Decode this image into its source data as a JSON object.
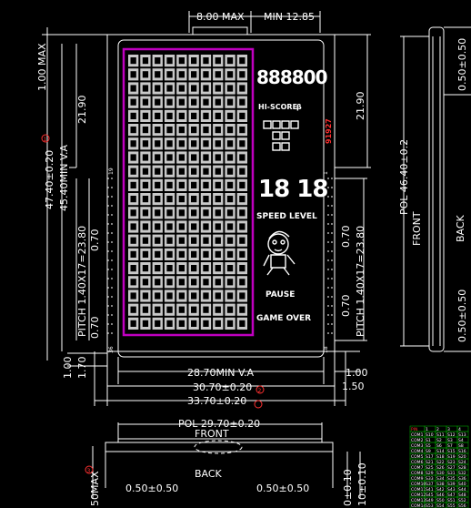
{
  "drawing": {
    "dims": {
      "top_max": "8.00  MAX",
      "top_min": "MIN  12.85",
      "left_top": "1.00  MAX",
      "inner_21_left": "21.90",
      "inner_21_right": "21.90",
      "height_total": "47.40±0.20",
      "height_va": "45.40MIN  V.A",
      "pitch_left": "PITCH  1.40X17=23.80",
      "pitch_right": "PITCH  1.40X17=23.80",
      "left_070_a": "0.70",
      "left_070_b": "0.70",
      "right_070_a": "0.70",
      "right_070_b": "0.70",
      "left_bottom_100": "1.00",
      "left_bottom_170": "1.70",
      "right_bottom_100": "1.00",
      "right_bottom_150": "1.50",
      "width_va": "28.70MIN  V.A",
      "width_3070": "30.70±0.20",
      "width_3370": "33.70±0.20",
      "side_top": "0.50±0.50",
      "side_bottom": "0.50±0.50",
      "pol_height": "POL  46.40±0.2",
      "side_front": "FRONT",
      "side_back": "BACK",
      "bottom_pol": "POL  29.70±0.20",
      "bottom_front": "FRONT",
      "bottom_back": "BACK",
      "bottom_left": "0.50±0.50",
      "bottom_right": "0.50±0.50",
      "bottom_max": "50MAX",
      "bottom_r1": "0±0.10",
      "bottom_r2": "10±0.10"
    },
    "pins": {
      "pin19": "19",
      "pin36": "36",
      "pin1": "1",
      "pin18": "18"
    },
    "lcd": {
      "score_digits": "888800",
      "hiscore": "HI-SCORE",
      "hiscore_mark": "β",
      "level_digits": "18 18",
      "speed_level": "SPEED LEVEL",
      "pause": "PAUSE",
      "game_over": "GAME OVER",
      "red_vertical": "91927"
    },
    "table": {
      "header": [
        "PIN",
        "1",
        "2",
        "3",
        "4"
      ],
      "rows": [
        [
          "COM1",
          "S10",
          "S11",
          "S12",
          "S13"
        ],
        [
          "COM2",
          "S1",
          "S2",
          "S3",
          "S4"
        ],
        [
          "COM3",
          "S5",
          "S6",
          "S7",
          "S8"
        ],
        [
          "COM4",
          "S9",
          "S14",
          "S15",
          "S16"
        ],
        [
          "COM5",
          "S17",
          "S18",
          "S19",
          "S20"
        ],
        [
          "COM6",
          "S21",
          "S22",
          "S23",
          "S24"
        ],
        [
          "COM7",
          "S25",
          "S26",
          "S27",
          "S28"
        ],
        [
          "COM8",
          "S29",
          "S30",
          "S31",
          "S32"
        ],
        [
          "COM9",
          "S33",
          "S34",
          "S35",
          "S36"
        ],
        [
          "COM10",
          "S37",
          "S38",
          "S39",
          "S40"
        ],
        [
          "COM11",
          "S41",
          "S42",
          "S43",
          "S44"
        ],
        [
          "COM12",
          "S45",
          "S46",
          "S47",
          "S48"
        ],
        [
          "COM13",
          "S49",
          "S50",
          "S51",
          "S52"
        ],
        [
          "COM14",
          "S53",
          "S54",
          "S55",
          "S56"
        ]
      ]
    },
    "markers": {
      "note1": "1",
      "note2": "2",
      "note3": "3"
    },
    "colors": {
      "background": "#000000",
      "line": "#ffffff",
      "pixel": "#c8c8c8",
      "frame": "#c000c0",
      "red": "#ff3030",
      "table": "#00a000"
    }
  }
}
